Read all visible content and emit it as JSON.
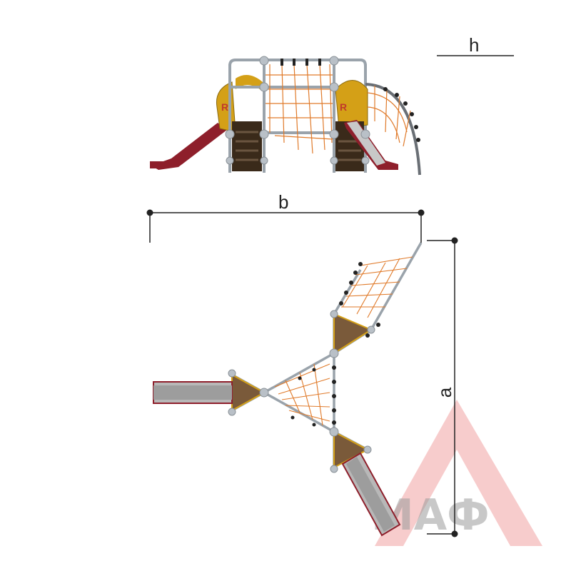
{
  "dimensions": {
    "height_label": "h",
    "width_label": "b",
    "depth_label": "a"
  },
  "watermark": {
    "text": "МАФ"
  },
  "colors": {
    "frame": "#9aa3ab",
    "net": "#e07a2a",
    "slide": "#8e1f2b",
    "panel": "#d4a017",
    "deck": "#3a2a1a",
    "dimension_line": "#222222",
    "watermark_triangle": "#f3b6b6"
  }
}
